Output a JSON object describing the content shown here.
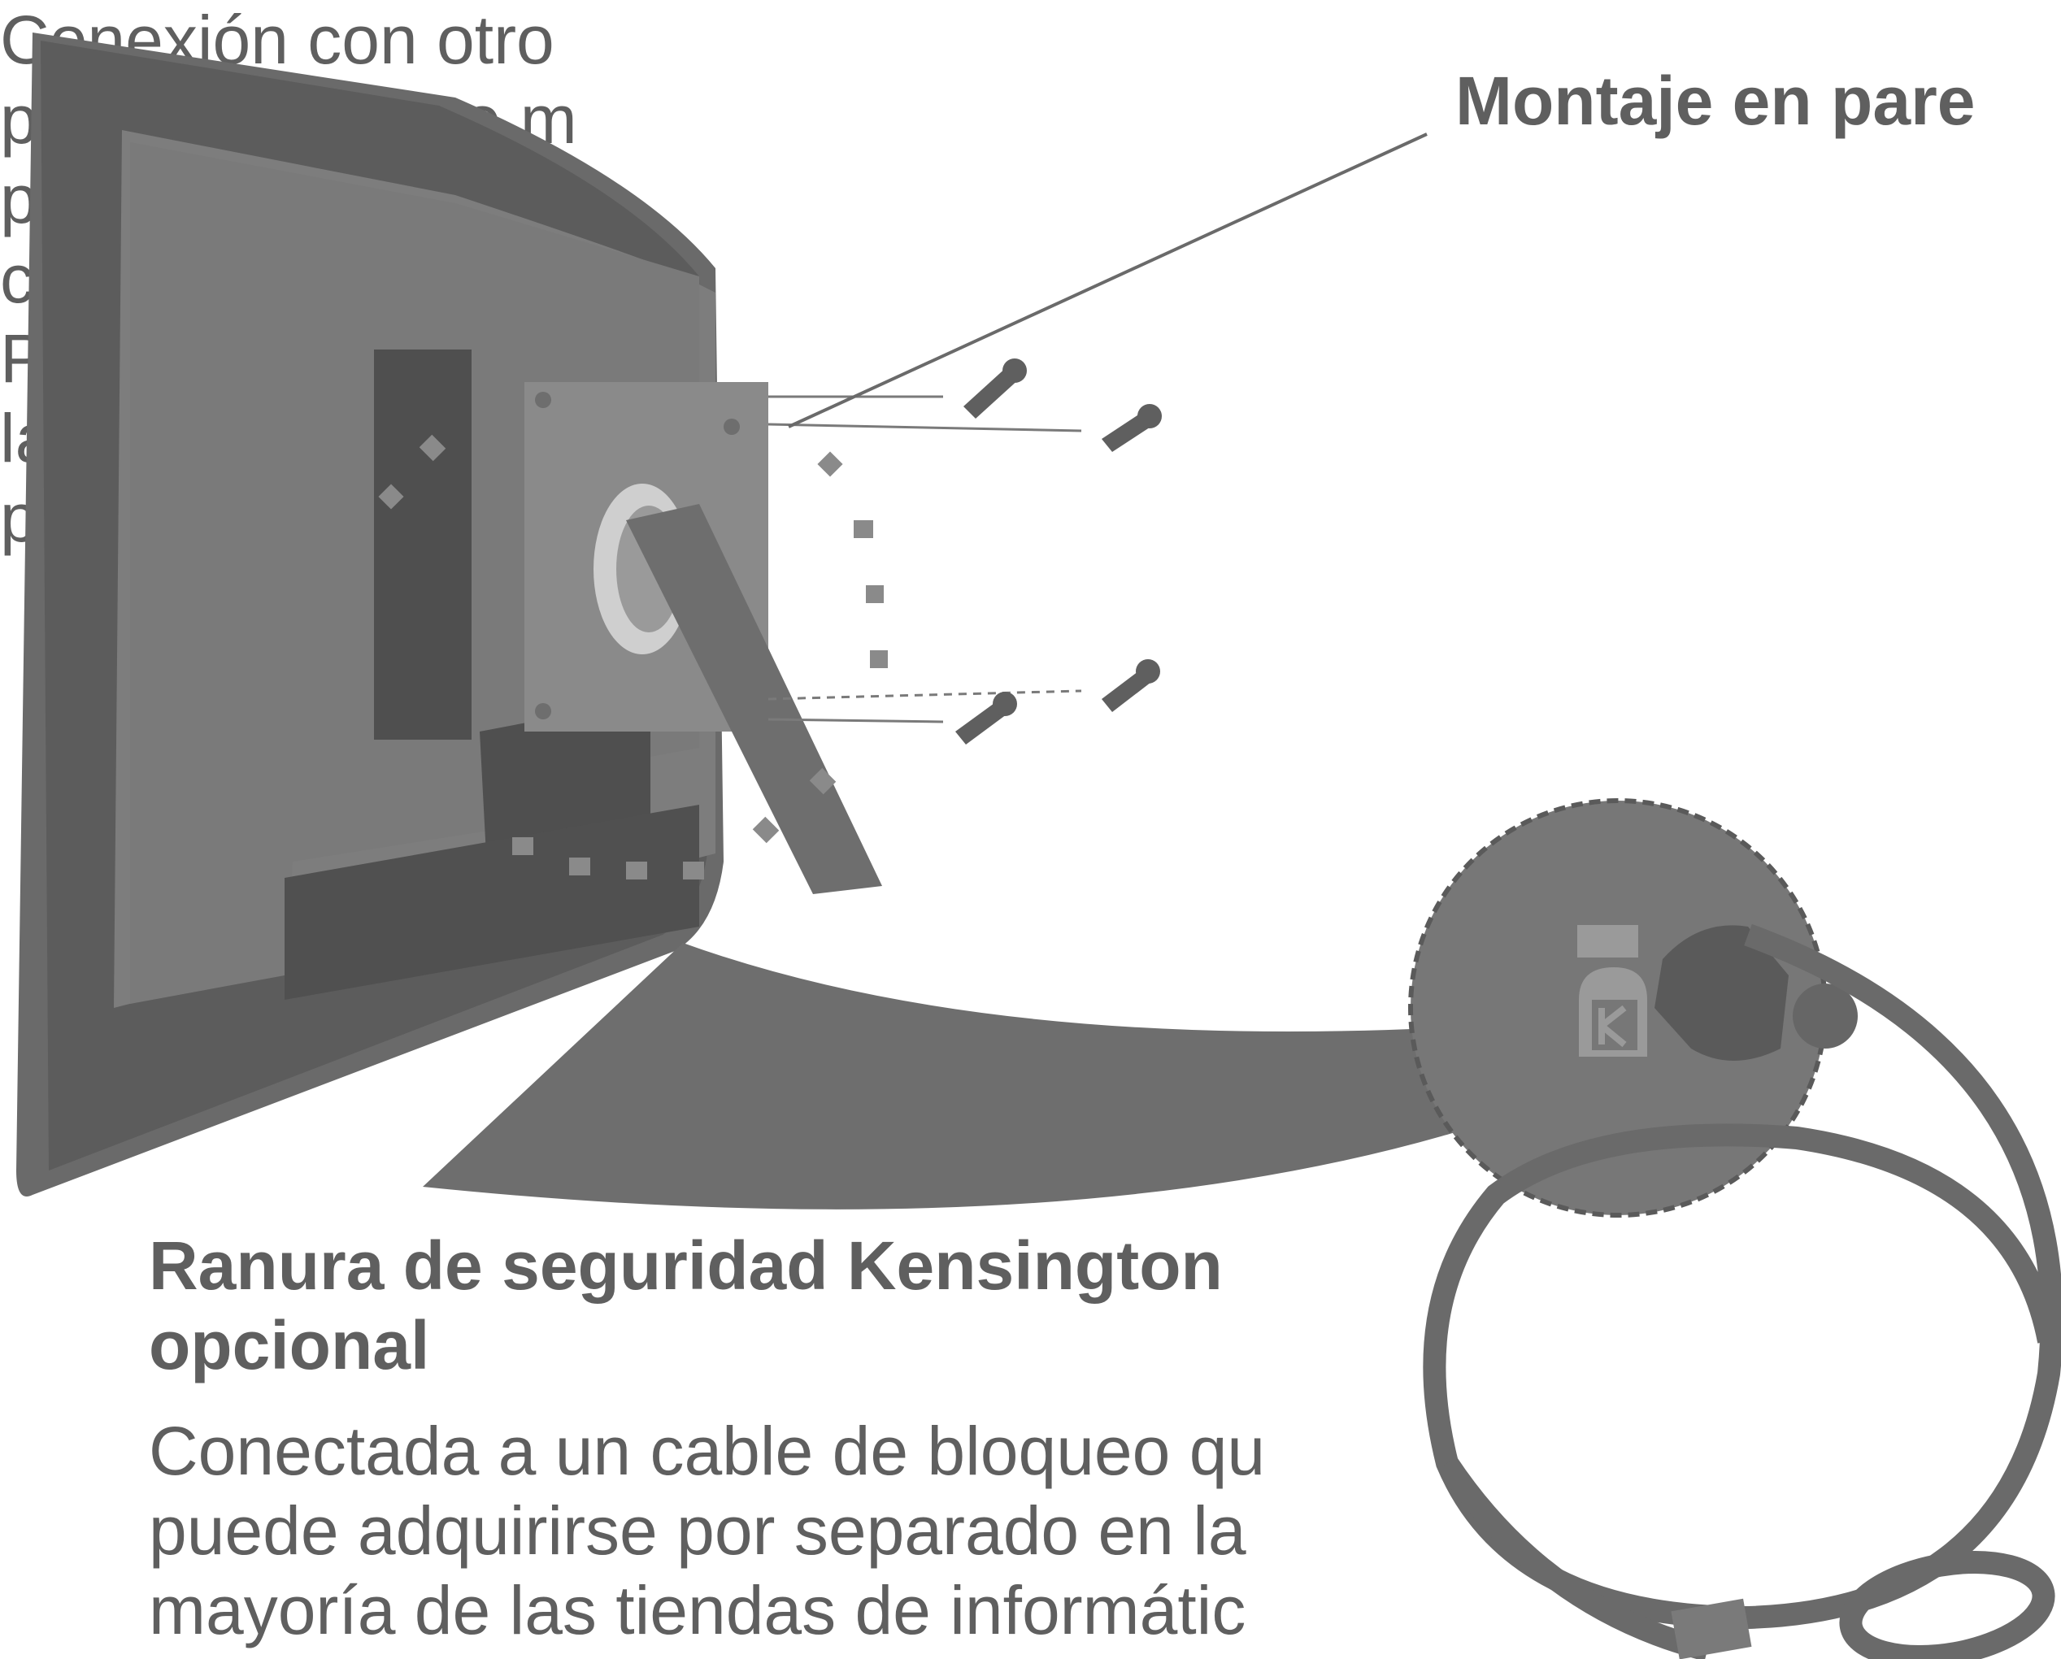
{
  "wall_mount": {
    "heading": "Montaje en pare",
    "lines": [
      "Conexión con otro",
      "pared o no. Este m",
      "placa de interfaz d",
      "con VESA.)",
      "Para obtener más",
      "la Guía de instruc",
      "pared VESA."
    ]
  },
  "kensington": {
    "heading_lines": [
      "Ranura de seguridad Kensington",
      "opcional"
    ],
    "lines": [
      "Conectada a un cable de bloqueo qu",
      "puede adquirirse por separado en la",
      "mayoría de las tiendas de informátic"
    ]
  },
  "colors": {
    "monitor_dark": "#5c5c5c",
    "monitor_mid": "#7a7a7a",
    "monitor_light": "#8c8c8c",
    "text": "#5f5f5f",
    "background": "#ffffff"
  },
  "icons": [
    "screw-icon",
    "kensington-lock-icon",
    "lock-cable-icon"
  ]
}
